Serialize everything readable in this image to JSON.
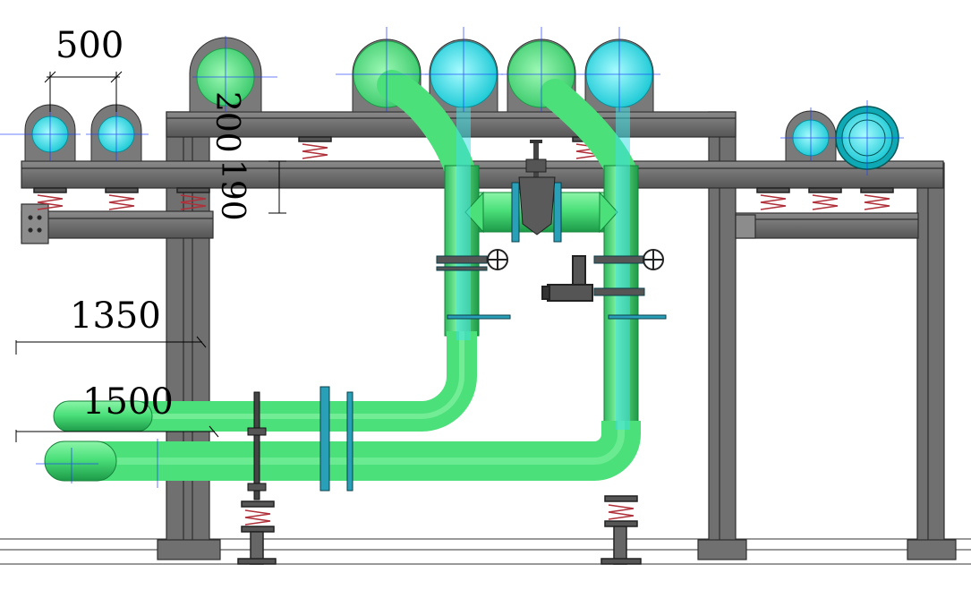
{
  "drawing": {
    "dimensions": [
      {
        "id": "dim-500",
        "label": "500"
      },
      {
        "id": "dim-200",
        "label": "200"
      },
      {
        "id": "dim-190",
        "label": "190"
      },
      {
        "id": "dim-1350",
        "label": "1350"
      },
      {
        "id": "dim-1500",
        "label": "1500"
      }
    ]
  },
  "colors": {
    "steel": "#6e6e6e",
    "steel_dark": "#3a3a3a",
    "pipe_green": "#4be07a",
    "pipe_green_dark": "#1fa24c",
    "pipe_cyan": "#3fe0e4",
    "pipe_cyan_dark": "#0aa4b0",
    "spring_red": "#b0303a",
    "axis_blue": "#1a3cff",
    "edge_cyan": "#00c8e0"
  }
}
